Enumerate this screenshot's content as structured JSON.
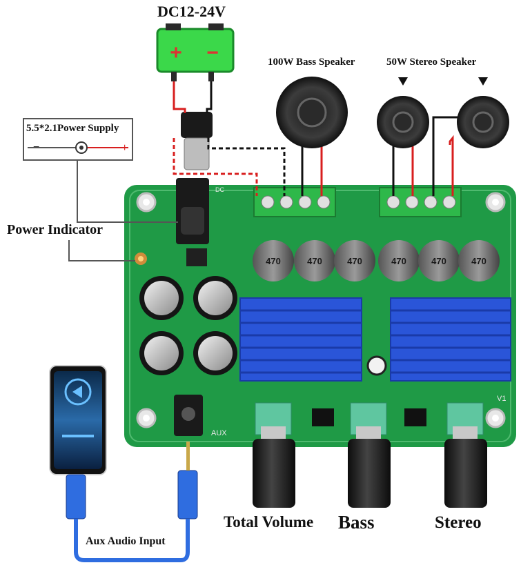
{
  "labels": {
    "power_supply_voltage": "DC12-24V",
    "battery_plus": "+",
    "battery_minus": "−",
    "barrel_jack": "5.5*2.1Power Supply",
    "barrel_minus": "−",
    "barrel_plus": "+",
    "power_indicator": "Power Indicator",
    "bass_speaker": "100W Bass Speaker",
    "stereo_speaker": "50W Stereo Speaker",
    "total_volume": "Total Volume",
    "bass": "Bass",
    "stereo": "Stereo",
    "aux_input": "Aux Audio Input",
    "board_aux": "AUX",
    "board_dc": "DC",
    "board_v1": "V1"
  },
  "inductor_values": [
    "470",
    "470",
    "470",
    "470",
    "470",
    "470"
  ],
  "colors": {
    "pcb": "#1f9a46",
    "pcb_dark": "#127a33",
    "heatsink": "#2a55d8",
    "terminal": "#2eb84a",
    "battery": "#3bd84a",
    "wire_red": "#d81f1f",
    "wire_black": "#111111",
    "knob": "#1a1a1a",
    "pot": "#5fc6a0",
    "cable_blue": "#2f6de0"
  },
  "icons": [
    "speaker-icon",
    "barrel-jack-icon",
    "play-icon",
    "led-icon"
  ]
}
